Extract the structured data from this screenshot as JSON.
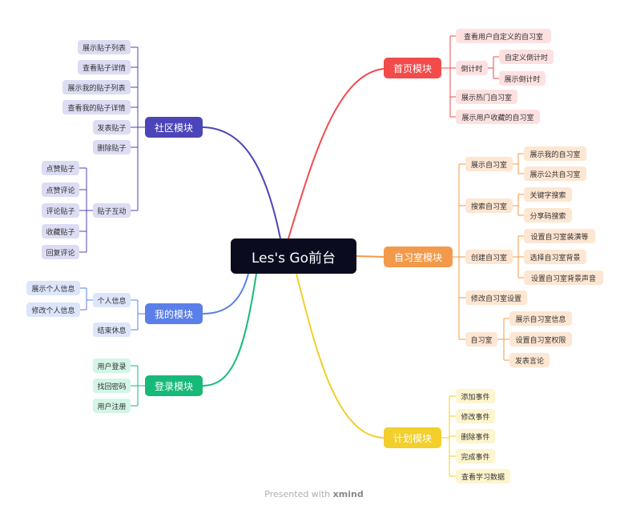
{
  "root": "Les's Go前台",
  "colors": {
    "home": "#f24b4b",
    "home_bg": "#fde1e1",
    "study": "#f39a4a",
    "study_bg": "#fde6d2",
    "plan": "#f2cf2a",
    "plan_bg": "#fdf5cf",
    "community": "#4c45b9",
    "community_bg": "#dcdcf4",
    "mine": "#5b7fe8",
    "mine_bg": "#dde5fb",
    "login": "#17b978",
    "login_bg": "#d3f5e6"
  },
  "branches": {
    "home": {
      "label": "首页模块",
      "children": [
        "查看用户自定义的自习室",
        "倒计时",
        "展示热门自习室",
        "展示用户收藏的自习室"
      ],
      "countdown": [
        "自定义倒计时",
        "展示倒计时"
      ]
    },
    "study": {
      "label": "自习室模块",
      "children": [
        "展示自习室",
        "搜索自习室",
        "创建自习室",
        "修改自习室设置",
        "自习室"
      ],
      "show": [
        "展示我的自习室",
        "展示公共自习室"
      ],
      "search": [
        "关键字搜索",
        "分享码搜索"
      ],
      "create": [
        "设置自习室装潢等",
        "选择自习室背景",
        "设置自习室背景声音"
      ],
      "room": [
        "展示自习室信息",
        "设置自习室权限",
        "发表言论"
      ]
    },
    "plan": {
      "label": "计划模块",
      "children": [
        "添加事件",
        "修改事件",
        "删除事件",
        "完成事件",
        "查看学习数据"
      ]
    },
    "community": {
      "label": "社区模块",
      "children": [
        "展示贴子列表",
        "查看贴子详情",
        "展示我的贴子列表",
        "查看我的贴子详情",
        "发表贴子",
        "删除贴子",
        "贴子互动"
      ],
      "interact": [
        "点赞贴子",
        "点赞评论",
        "评论贴子",
        "收藏贴子",
        "回复评论"
      ]
    },
    "mine": {
      "label": "我的模块",
      "children": [
        "个人信息",
        "结束休息"
      ],
      "info": [
        "展示个人信息",
        "修改个人信息"
      ]
    },
    "login": {
      "label": "登录模块",
      "children": [
        "用户登录",
        "找回密码",
        "用户注册"
      ]
    }
  },
  "footer": {
    "prefix": "Presented with",
    "brand": "xmind"
  }
}
